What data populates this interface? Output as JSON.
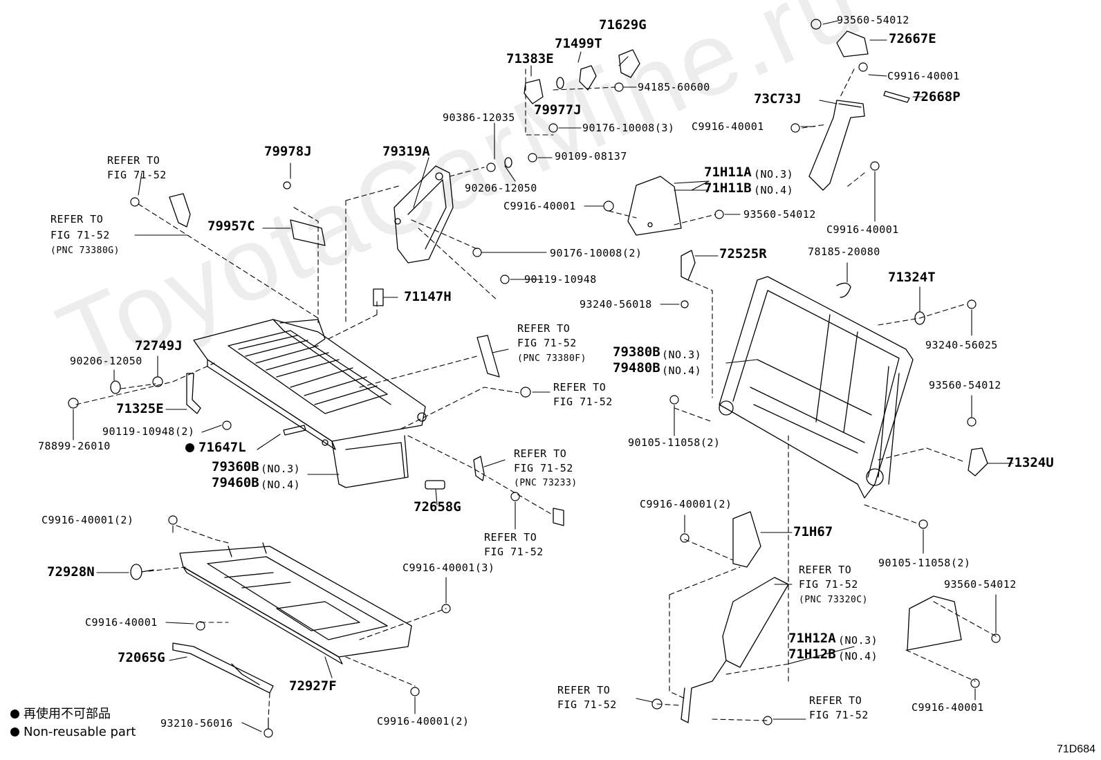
{
  "watermark": "ToyotaCarMine.ru",
  "diagram_code": "71D684",
  "legend": {
    "jp": "再使用不可部品",
    "en": "Non-reusable part"
  },
  "labels": {
    "l_93560_54012_a": "93560-54012",
    "l_72667E": "72667E",
    "l_71629G": "71629G",
    "l_71499T": "71499T",
    "l_71383E": "71383E",
    "l_94185_60600": "94185-60600",
    "l_79977J": "79977J",
    "l_C9916_40001_a": "C9916-40001",
    "l_72668P": "72668P",
    "l_73C73J": "73C73J",
    "l_90386_12035": "90386-12035",
    "l_90176_10008_3": "90176-10008(3)",
    "l_C9916_40001_b": "C9916-40001",
    "l_79978J": "79978J",
    "l_79319A": "79319A",
    "l_90109_08137": "90109-08137",
    "l_refer1": "REFER TO",
    "l_refer1b": "FIG 71-52",
    "l_90206_12050_a": "90206-12050",
    "l_71H11A": "71H11A",
    "l_no3_a": "(NO.3)",
    "l_71H11B": "71H11B",
    "l_no4_a": "(NO.4)",
    "l_C9916_40001_c": "C9916-40001",
    "l_93560_54012_b": "93560-54012",
    "l_C9916_40001_d": "C9916-40001",
    "l_refer2": "REFER TO",
    "l_refer2b": "FIG 71-52",
    "l_pnc73380G": "(PNC 73380G)",
    "l_79957C": "79957C",
    "l_90176_10008_2": "90176-10008(2)",
    "l_72525R": "72525R",
    "l_78185_20080": "78185-20080",
    "l_90119_10948": "90119-10948",
    "l_71324T": "71324T",
    "l_71147H": "71147H",
    "l_93240_56018": "93240-56018",
    "l_93240_56025": "93240-56025",
    "l_refer3": "REFER TO",
    "l_refer3b": "FIG 71-52",
    "l_pnc73380F": "(PNC 73380F)",
    "l_72749J": "72749J",
    "l_90206_12050_b": "90206-12050",
    "l_79380B": "79380B",
    "l_no3_b": "(NO.3)",
    "l_79480B": "79480B",
    "l_no4_b": "(NO.4)",
    "l_93560_54012_c": "93560-54012",
    "l_refer4": "REFER TO",
    "l_refer4b": "FIG 71-52",
    "l_71325E": "71325E",
    "l_90119_10948_2": "90119-10948(2)",
    "l_90105_11058_2a": "90105-11058(2)",
    "l_78899_26010": "78899-26010",
    "l_71647L": "71647L",
    "l_refer5": "REFER TO",
    "l_refer5b": "FIG 71-52",
    "l_pnc73233": "(PNC 73233)",
    "l_71324U": "71324U",
    "l_79360B": "79360B",
    "l_no3_c": "(NO.3)",
    "l_79460B": "79460B",
    "l_no4_c": "(NO.4)",
    "l_72658G": "72658G",
    "l_C9916_40001_2a": "C9916-40001(2)",
    "l_C9916_40001_2b": "C9916-40001(2)",
    "l_refer6": "REFER TO",
    "l_refer6b": "FIG 71-52",
    "l_71H67": "71H67",
    "l_90105_11058_2b": "90105-11058(2)",
    "l_72928N": "72928N",
    "l_C9916_40001_3": "C9916-40001(3)",
    "l_refer7": "REFER TO",
    "l_refer7b": "FIG 71-52",
    "l_pnc73320C": "(PNC 73320C)",
    "l_93560_54012_d": "93560-54012",
    "l_C9916_40001_e": "C9916-40001",
    "l_71H12A": "71H12A",
    "l_no3_d": "(NO.3)",
    "l_71H12B": "71H12B",
    "l_no4_d": "(NO.4)",
    "l_72065G": "72065G",
    "l_72927F": "72927F",
    "l_refer8": "REFER TO",
    "l_refer8b": "FIG 71-52",
    "l_refer9": "REFER TO",
    "l_refer9b": "FIG 71-52",
    "l_C9916_40001_f": "C9916-40001",
    "l_93210_56016": "93210-56016",
    "l_C9916_40001_2c": "C9916-40001(2)"
  }
}
